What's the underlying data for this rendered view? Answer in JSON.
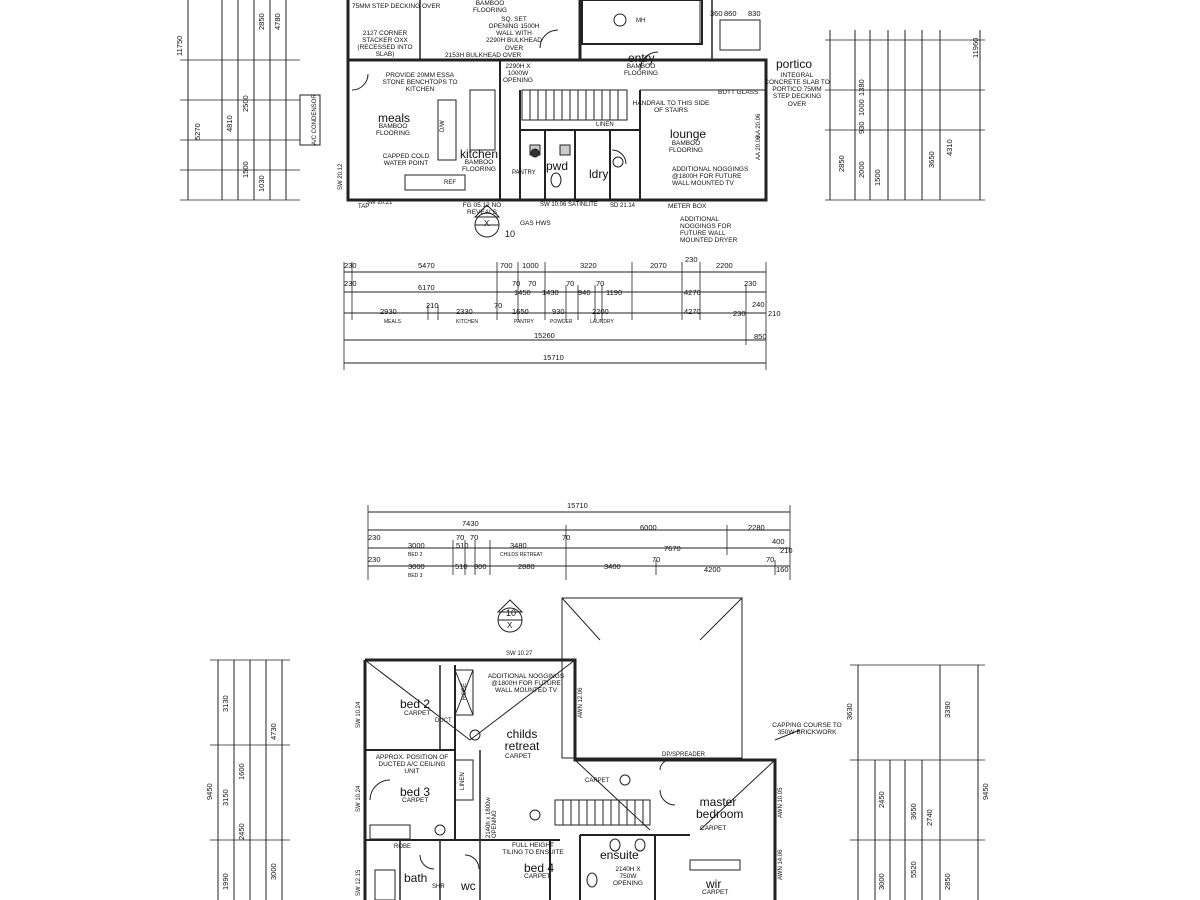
{
  "ground_floor": {
    "top_notes": {
      "decking": "75MM STEP DECKING OVER",
      "stacker": "2127 CORNER STACKER OXX (RECESSED INTO SLAB)",
      "bamboo_top": "BAMBOO FLOORING",
      "sq_set": "SQ. SET OPENING 1500h WALL WITH 2290h BULKHEAD OVER",
      "bulkhead": "2153h BULKHEAD OVER",
      "opening": "2290h x 1000w OPENING",
      "benchtops": "PROVIDE 20mm ESSA STONE BENCHTOPS TO KITCHEN",
      "capped": "CAPPED COLD WATER POINT",
      "handrail": "HANDRAIL TO THIS SIDE OF STAIRS",
      "noggings_tv": "ADDITIONAL NOGGINGS @1800h FOR FUTURE WALL MOUNTED TV",
      "noggings_dryer": "ADDITIONAL NOGGINGS FOR FUTURE WALL MOUNTED DRYER",
      "meter_box": "METER BOX",
      "butt_glass": "BUTT GLASS",
      "portico_note": "INTEGRAL CONCRETE SLAB TO PORTICO 75MM STEP DECKING OVER",
      "fg": "FG 05.12 NO REVEALS",
      "gas_hws": "GAS HWS",
      "ac": "A/C CONDENSOR",
      "tap": "TAP"
    },
    "rooms": {
      "meals": "meals",
      "meals_sub": "BAMBOO FLOORING",
      "kitchen": "kitchen",
      "kitchen_sub": "BAMBOO FLOORING",
      "entry": "entry",
      "entry_sub": "BAMBOO FLOORING",
      "lounge": "lounge",
      "lounge_sub": "BAMBOO FLOORING",
      "portico": "portico",
      "pwd": "pwd",
      "ldry": "ldry",
      "linen": "LINEN",
      "pantry": "PANTRY",
      "mh": "MH",
      "dw": "D/W",
      "ref": "REF"
    },
    "section_marker": {
      "num": "10",
      "letter": "X"
    },
    "window_codes": [
      "SW 20.21",
      "SW 20.12",
      "SW 10.06 SATINLITE",
      "SD 21.14",
      "AA 20.06",
      "AA 20.06"
    ],
    "dims_row1": [
      "230",
      "5470",
      "700",
      "1000",
      "3220",
      "2070",
      "230",
      "2200"
    ],
    "dims_row2": [
      "230",
      "6170",
      "70",
      "70",
      "1450",
      "1430",
      "70",
      "70",
      "940",
      "1190",
      "4270",
      "230"
    ],
    "dims_row3": [
      "2930",
      "210",
      "2330",
      "70",
      "1650",
      "930",
      "2200",
      "4270",
      "230",
      "240",
      "210"
    ],
    "dims_row3_labels": [
      "MEALS",
      "KITCHEN",
      "PANTRY",
      "POWDER",
      "LAUNDRY"
    ],
    "dims_total_a": "15260",
    "dims_total_b": "850",
    "dims_total": "15710",
    "left_dims": [
      "11750",
      "5270",
      "4810",
      "2500",
      "1500",
      "1030",
      "2850",
      "4780"
    ],
    "right_dims": [
      "11960",
      "1380",
      "1000",
      "930",
      "2000",
      "1500",
      "3650",
      "4310",
      "2850"
    ],
    "top_right_dims": [
      "860",
      "830",
      "360"
    ]
  },
  "first_floor": {
    "dims_total": "15710",
    "dims_row1": [
      "7430",
      "6000",
      "2280"
    ],
    "dims_row2": [
      "230",
      "3000",
      "510",
      "70",
      "70",
      "3480",
      "70",
      "7670",
      "400"
    ],
    "dims_row2_labels": [
      "BED 2",
      "CHILDS RETREAT"
    ],
    "dims_row3": [
      "230",
      "3000",
      "510",
      "800",
      "2880",
      "3400",
      "70",
      "4200",
      "70",
      "160",
      "210"
    ],
    "dims_row3_labels": [
      "BED 3"
    ],
    "rooms": {
      "bed2": "bed 2",
      "bed2_sub": "CARPET",
      "robe": "ROBE",
      "duct": "DUCT",
      "childs": "childs retreat",
      "childs_sub": "CARPET",
      "bed3": "bed 3",
      "bed3_sub": "CARPET",
      "linen": "LINEN",
      "carpet": "CARPET",
      "master": "master bedroom",
      "master_sub": "CARPET",
      "ensuite": "ensuite",
      "bed4": "bed 4",
      "bed4_sub": "CARPET",
      "wir": "wir",
      "wir_sub": "CARPET",
      "bath": "bath",
      "wc": "wc",
      "shr": "SHR",
      "robe2": "ROBE"
    },
    "notes": {
      "noggings": "ADDITIONAL NOGGINGS @1800h FOR FUTURE WALL MOUNTED TV",
      "ac_unit": "APPROX. POSITION OF DUCTED A/C CEILING UNIT",
      "tiling": "FULL HEIGHT TILING TO ENSUITE",
      "capping": "CAPPING COURSE TO 350w BRICKWORK",
      "dp_spreader": "DP/SPREADER",
      "opening1": "2140h x 1800w OPENING",
      "opening2": "2140h x 750w OPENING"
    },
    "section_marker": {
      "num": "10",
      "letter": "X"
    },
    "window_codes": [
      "SW 10.27",
      "SW 10.24",
      "SW 10.24",
      "AWN 12.06",
      "SW 12.15",
      "AWN 10.05",
      "AWN 14.06"
    ],
    "left_dims": [
      "9450",
      "3130",
      "4730",
      "3150",
      "1600",
      "2450",
      "1990",
      "3000"
    ],
    "right_dims": [
      "3630",
      "3390",
      "9450",
      "2450",
      "3650",
      "5520",
      "2740",
      "3000",
      "2850"
    ]
  }
}
